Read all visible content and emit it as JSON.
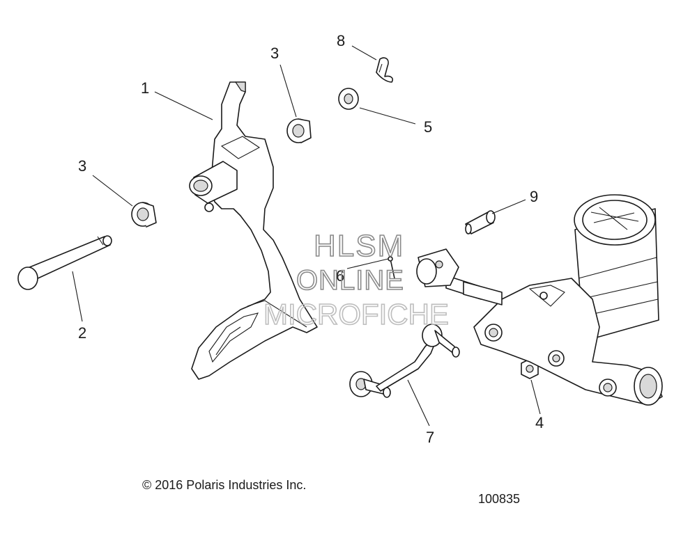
{
  "callouts": [
    {
      "id": "1",
      "label": "1"
    },
    {
      "id": "2",
      "label": "2"
    },
    {
      "id": "3a",
      "label": "3"
    },
    {
      "id": "3b",
      "label": "3"
    },
    {
      "id": "4",
      "label": "4"
    },
    {
      "id": "5",
      "label": "5"
    },
    {
      "id": "6",
      "label": "6"
    },
    {
      "id": "7",
      "label": "7"
    },
    {
      "id": "8",
      "label": "8"
    },
    {
      "id": "9",
      "label": "9"
    }
  ],
  "watermark": {
    "line1": "HLSM",
    "line2": "ONLINE",
    "line3": "MICROFICHE"
  },
  "copyright": "© 2016 Polaris Industries Inc.",
  "diagram_number": "100835"
}
